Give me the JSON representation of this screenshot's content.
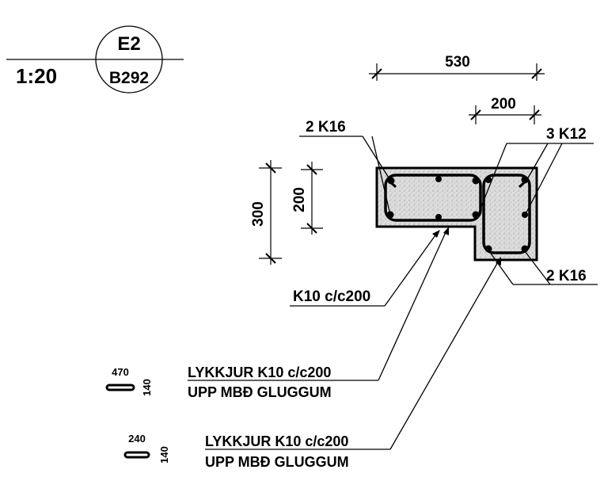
{
  "section_marker": {
    "scale": "1:20",
    "section_id": "E2",
    "sheet_ref": "B292"
  },
  "dimensions": {
    "overall_width": "530",
    "flange_width": "200",
    "overall_height": "300",
    "slab_depth": "200"
  },
  "rebar_labels": {
    "top_left_bars": "2 K16",
    "top_right_bars": "3 K12",
    "bottom_bars": "2 K16",
    "stirrups": "K10 c/c200"
  },
  "stirrup_schedule": [
    {
      "length": "470",
      "height": "140",
      "line1": "LYKKJUR K10 c/c200",
      "line2": "UPP MBÐ GLUGGUM"
    },
    {
      "length": "240",
      "height": "140",
      "line1": "LYKKJUR K10 c/c200",
      "line2": "UPP MBÐ GLUGGUM"
    }
  ],
  "colors": {
    "concrete_fill": "#d6d6d6",
    "line": "#000000"
  }
}
